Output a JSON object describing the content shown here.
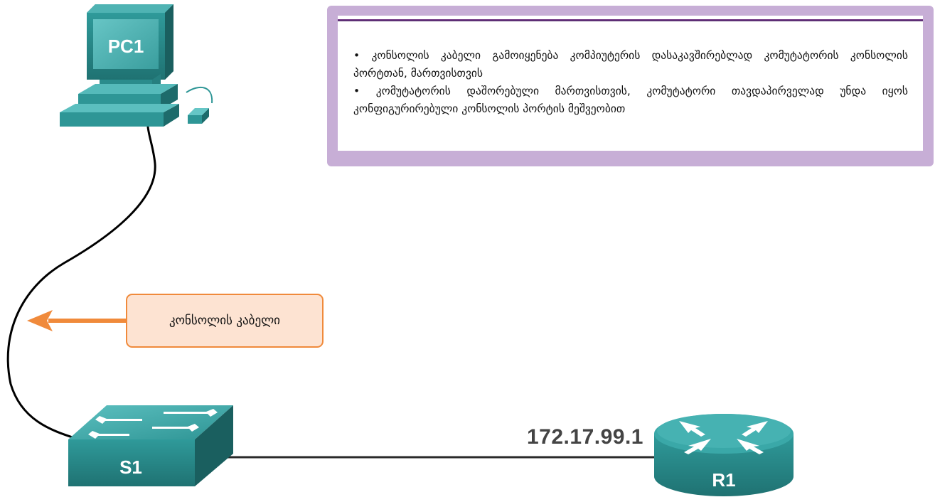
{
  "devices": {
    "pc": {
      "label": "PC1"
    },
    "switch": {
      "label": "S1"
    },
    "router": {
      "label": "R1",
      "ip": "172.17.99.1"
    }
  },
  "callout": {
    "text": "კონსოლის კაბელი"
  },
  "info_box": {
    "bullets": [
      "კონსოლის კაბელი გამოიყენება კომპიუტერის დასაკავშირებლად კომუტატორის კონსოლის პორტთან, მართვისთვის",
      "კომუტატორის დაშორებული მართვისთვის, კომუტატორი თავდაპირველად უნდა იყოს კონფიგურირებული კონსოლის პორტის მეშვეობით"
    ]
  },
  "colors": {
    "device_teal": "#2e9696",
    "device_dark": "#1d6b6b",
    "callout_fill": "#fde3d2",
    "callout_border": "#f08a3b",
    "arrow": "#f08a3b",
    "box_frame": "#c7aed6",
    "box_rule": "#5a2e78"
  }
}
